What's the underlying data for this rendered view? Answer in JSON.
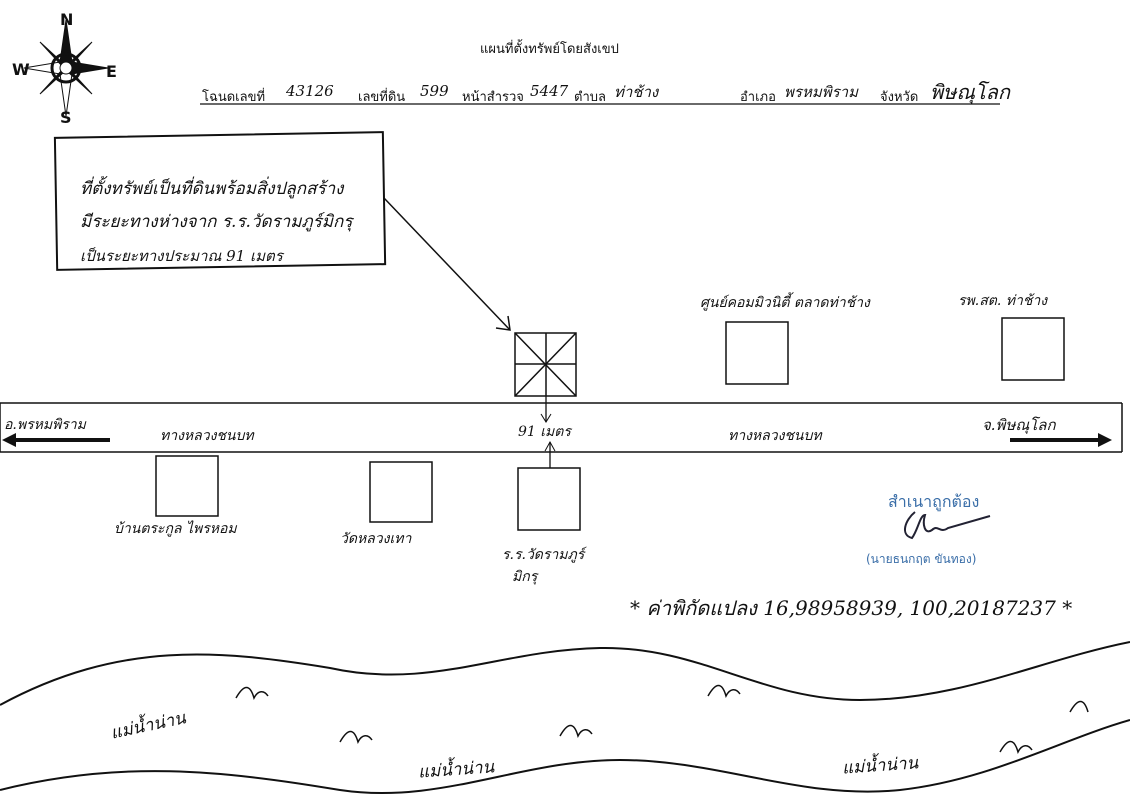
{
  "title": "แผนที่ตั้งทรัพย์โดยสังเขป",
  "compass": {
    "north": "N",
    "south": "S",
    "east": "E",
    "west": "W"
  },
  "header": {
    "deed_label": "โฉนดเลขที่",
    "deed_value": "43126",
    "land_label": "เลขที่ดิน",
    "land_value": "599",
    "survey_label": "หน้าสำรวจ",
    "survey_value": "5447",
    "subdistrict_label": "ตำบล",
    "subdistrict_value": "ท่าช้าง",
    "district_label": "อำเภอ",
    "district_value": "พรหมพิราม",
    "province_label": "จังหวัด",
    "province_value": "พิษณุโลก"
  },
  "note": {
    "line1": "ที่ตั้งทรัพย์เป็นที่ดินพร้อมสิ่งปลูกสร้าง",
    "line2": "มีระยะทางห่างจาก ร.ร.วัดรามภูร์มิกรุ",
    "line3": "เป็นระยะทางประมาณ 91 เมตร"
  },
  "road": {
    "name_left": "ทางหลวงชนบท",
    "name_right": "ทางหลวงชนบท",
    "distance": "91 เมตร",
    "left_destination": "อ.พรหมพิราม",
    "right_destination": "จ.พิษณุโลก"
  },
  "landmarks": {
    "community_center": "ศูนย์คอมมิวนิตี้ ตลาดท่าช้าง",
    "health_center": "รพ.สต. ท่าช้าง",
    "house": "บ้านตระกูล ไพรหอม",
    "temple": "วัดหลวงเทา",
    "school_line1": "ร.ร.วัดรามภูร์",
    "school_line2": "มิกรุ"
  },
  "certification": {
    "text": "สำเนาถูกต้อง",
    "name": "(นายธนกฤต  ขันทอง)"
  },
  "coordinates": "* ค่าพิกัดแปลง 16,98958939, 100,20187237 *",
  "river": {
    "label1": "แม่น้ำน่าน",
    "label2": "แม่น้ำน่าน",
    "label3": "แม่น้ำน่าน"
  },
  "colors": {
    "ink": "#111111",
    "stamp": "#3a6ea8"
  }
}
